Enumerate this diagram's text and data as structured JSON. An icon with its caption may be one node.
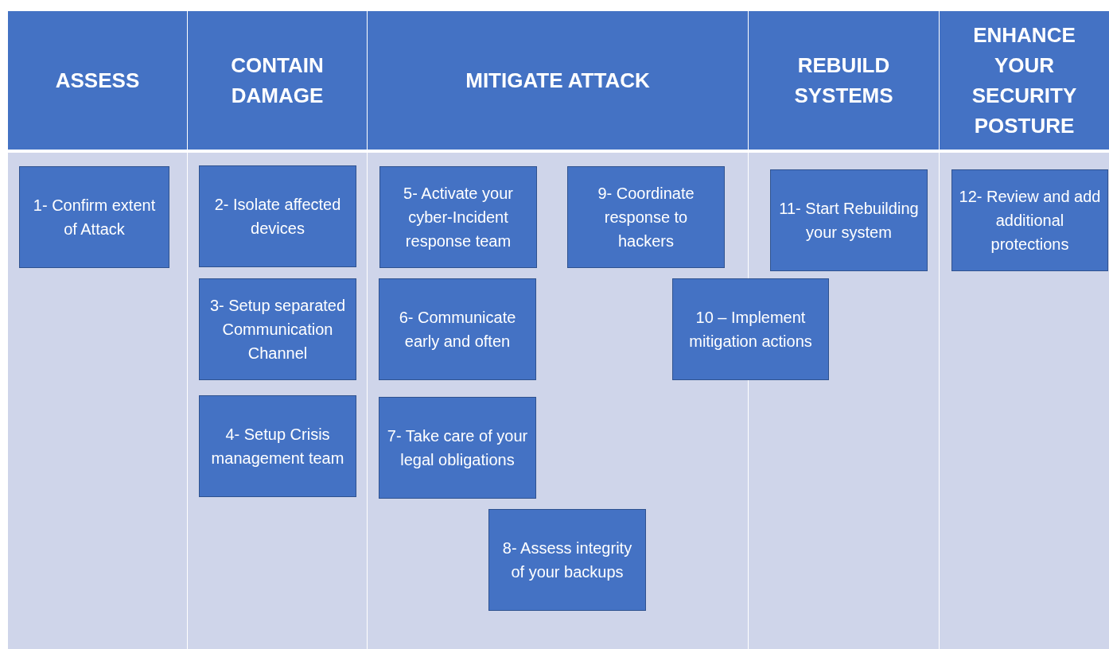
{
  "diagram": {
    "nodes": [
      {
        "text": [
          "ASSESS"
        ]
      },
      {
        "text": [
          "1- Confirm extent of Attack"
        ],
        "in": 0
      },
      {
        "text": [
          "CONTAIN DAMAGE"
        ]
      },
      {
        "text": [
          "2- Isolate affected devices"
        ],
        "in": 2
      },
      {
        "text": [
          "3- Setup separated Communication Channel"
        ],
        "in": 2
      },
      {
        "text": [
          "4- Setup Crisis management team"
        ],
        "in": 2
      },
      {
        "text": [
          "MITIGATE ATTACK"
        ]
      },
      {
        "text": [
          "5- Activate your cyber-Incident response team"
        ],
        "in": 6
      },
      {
        "text": [
          "6- Communicate early and often"
        ],
        "in": 6
      },
      {
        "text": [
          "7- Take care of your legal obligations"
        ],
        "in": 6
      },
      {
        "text": [
          "8- Assess integrity of your backups"
        ],
        "in": 6
      },
      {
        "text": [
          "9- Coordinate response to hackers"
        ],
        "in": 6
      },
      {
        "text": [
          "10 – Implement mitigation actions"
        ]
      },
      {
        "text": [
          "REBUILD SYSTEMS"
        ]
      },
      {
        "text": [
          "11- Start Rebuilding your system"
        ],
        "in": 13
      },
      {
        "text": [
          "ENHANCE YOUR SECURITY POSTURE"
        ]
      },
      {
        "text": [
          "12- Review and add additional protections"
        ],
        "in": 15
      }
    ]
  }
}
